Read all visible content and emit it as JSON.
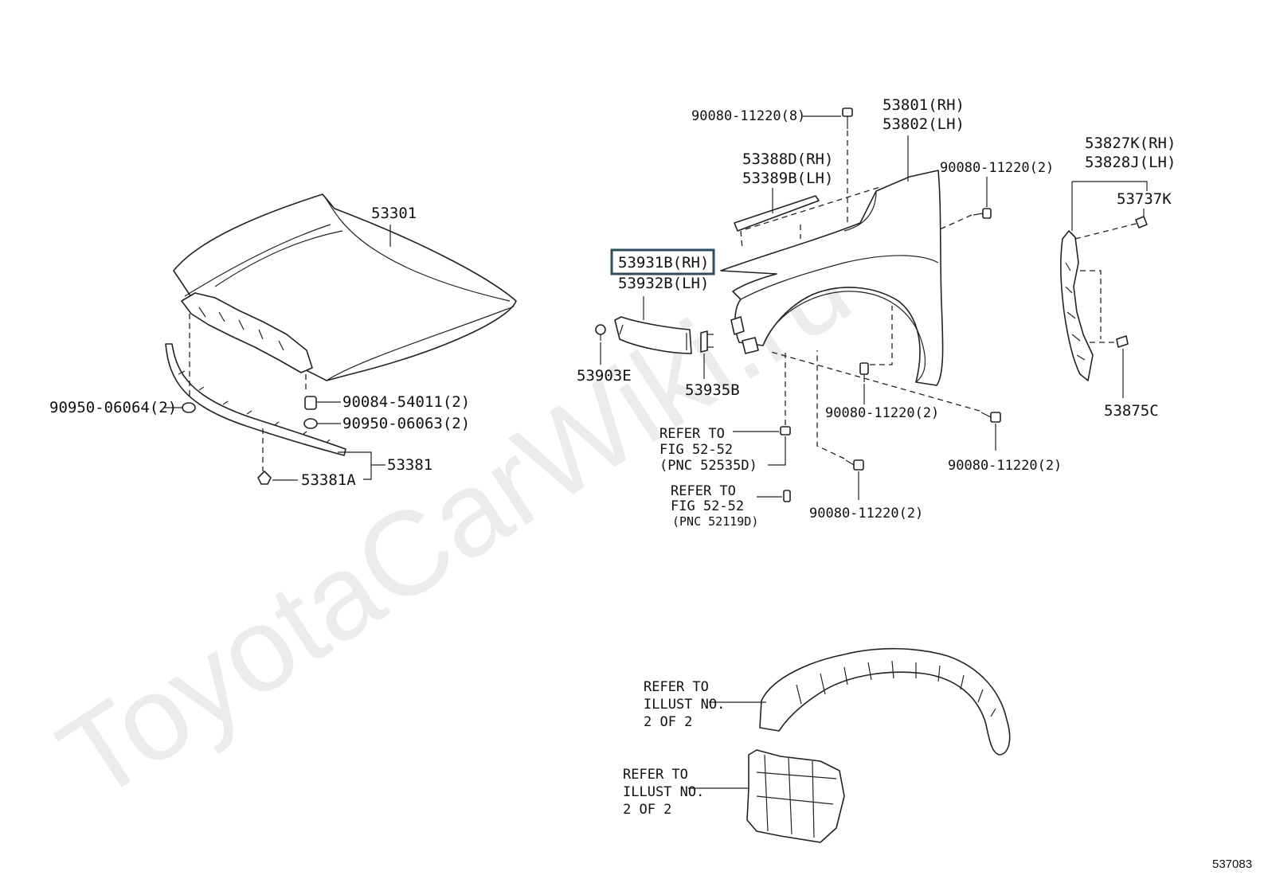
{
  "watermark": "ToyotaCarWiki.ru",
  "diagram_code": "537083",
  "labels": {
    "hood": "53301",
    "hood_seal": "53381",
    "hood_seal_clip": "53381A",
    "cushion_left": "90950-06064(2)",
    "cushion_nut": "90084-54011(2)",
    "cushion_right": "90950-06063(2)",
    "bolt_top": "90080-11220(8)",
    "fender_rh": "53801(RH)",
    "fender_lh": "53802(LH)",
    "fender_seal_rh": "53388D(RH)",
    "fender_seal_lh": "53389B(LH)",
    "bolt_upper_right": "90080-11220(2)",
    "liner_rh": "53827K(RH)",
    "liner_lh": "53828J(LH)",
    "liner_clip_top": "53737K",
    "selected_rh": "53931B(RH)",
    "selected_lh": "53932B(LH)",
    "bracket_clip": "53903E",
    "bracket": "53935B",
    "bolt_mid": "90080-11220(2)",
    "bolt_lower_right": "90080-11220(2)",
    "bolt_bottom": "90080-11220(2)",
    "liner_clip_bottom": "53875C",
    "refer_a_1": "REFER TO",
    "refer_a_2": "FIG 52-52",
    "refer_a_3": "(PNC 52535D)",
    "refer_b_1": "REFER TO",
    "refer_b_2": "FIG 52-52",
    "refer_b_3": "(PNC 52119D)",
    "refer_c_1": "REFER TO",
    "refer_c_2": "ILLUST NO.",
    "refer_c_3": "2 OF 2",
    "refer_d_1": "REFER TO",
    "refer_d_2": "ILLUST NO.",
    "refer_d_3": "2 OF 2"
  }
}
